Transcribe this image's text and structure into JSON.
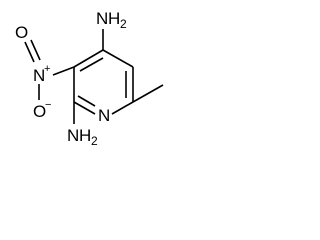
{
  "structure": {
    "atoms": {
      "amino_top": {
        "element": "N",
        "hydrogen": "H",
        "hcount": "2"
      },
      "amino_bottom": {
        "element": "N",
        "hydrogen": "H",
        "hcount": "2"
      },
      "ring_nitrogen": {
        "element": "N"
      },
      "nitro_nitrogen": {
        "element": "N",
        "charge": "+"
      },
      "nitro_oxygen_top": {
        "element": "O"
      },
      "nitro_oxygen_bottom": {
        "element": "O",
        "charge": "−"
      }
    }
  }
}
